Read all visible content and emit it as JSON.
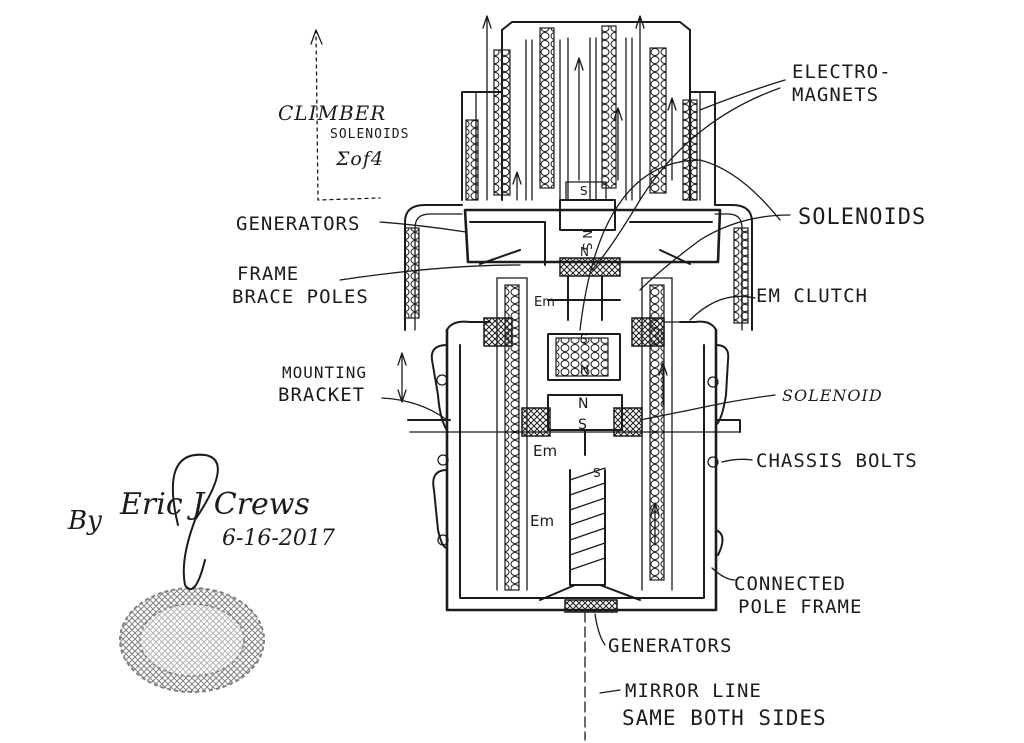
{
  "title": {
    "line1": "CLIMBER",
    "line2": "SOLENOIDS",
    "line3": "Σof4"
  },
  "labels": {
    "generators_top": "GENERATORS",
    "frame_brace_poles_1": "FRAME",
    "frame_brace_poles_2": "BRACE POLES",
    "mounting_bracket_1": "MOUNTING",
    "mounting_bracket_2": "BRACKET",
    "electromagnets_1": "ELECTRO-",
    "electromagnets_2": "MAGNETS",
    "solenoids": "SOLENOIDS",
    "em_clutch": "EM CLUTCH",
    "solenoid": "SOLENOID",
    "chassis_bolts": "CHASSIS BOLTS",
    "connected_pole_frame_1": "CONNECTED",
    "connected_pole_frame_2": "POLE FRAME",
    "generators_bottom": "GENERATORS",
    "mirror_line_1": "MIRROR LINE",
    "mirror_line_2": "SAME BOTH SIDES"
  },
  "inner_labels": {
    "magnet_top_s": "S",
    "magnet_top_ns": "N S",
    "magnet_top_n": "N",
    "em_upper": "Em",
    "mid_s": "S",
    "mid_n": "N",
    "lower_n": "N",
    "lower_s": "S",
    "em_mid": "Em",
    "em_low": "Em",
    "screw_s": "S"
  },
  "signature": {
    "by": "By",
    "name": "Eric J Crews",
    "date": "6-16-2017"
  },
  "colors": {
    "ink": "#1b1b1b",
    "paper": "#ffffff"
  }
}
